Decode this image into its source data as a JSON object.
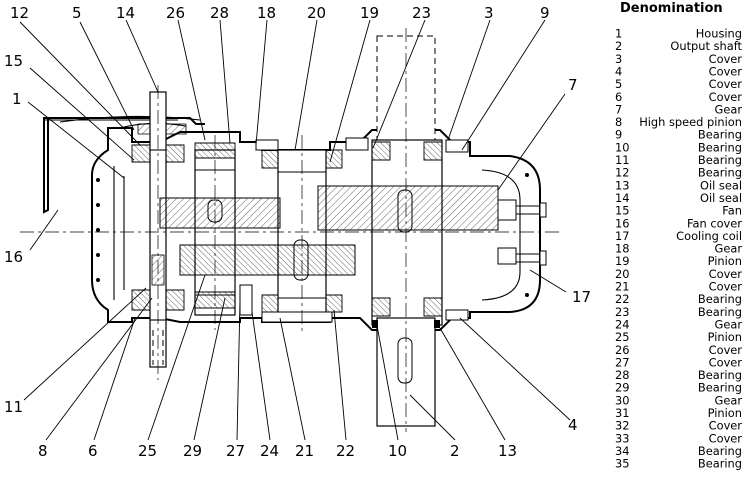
{
  "callouts": {
    "c12": "12",
    "c5t": "5",
    "c14": "14",
    "c26": "26",
    "c28": "28",
    "c18": "18",
    "c20": "20",
    "c19": "19",
    "c23": "23",
    "c3": "3",
    "c9": "9",
    "c15": "15",
    "c1": "1",
    "c16": "16",
    "c7": "7",
    "c17": "17",
    "c11": "11",
    "c8": "8",
    "c6": "6",
    "c25": "25",
    "c29": "29",
    "c27": "27",
    "c24": "24",
    "c21": "21",
    "c22": "22",
    "c10": "10",
    "c2": "2",
    "c13": "13",
    "c4": "4"
  },
  "legend": {
    "title": "Denomination",
    "items": [
      {
        "num": "1",
        "name": "Housing"
      },
      {
        "num": "2",
        "name": "Output shaft"
      },
      {
        "num": "3",
        "name": "Cover"
      },
      {
        "num": "4",
        "name": "Cover"
      },
      {
        "num": "5",
        "name": "Cover"
      },
      {
        "num": "6",
        "name": "Cover"
      },
      {
        "num": "7",
        "name": "Gear"
      },
      {
        "num": "8",
        "name": "High speed pinion"
      },
      {
        "num": "9",
        "name": "Bearing"
      },
      {
        "num": "10",
        "name": "Bearing"
      },
      {
        "num": "11",
        "name": "Bearing"
      },
      {
        "num": "12",
        "name": "Bearing"
      },
      {
        "num": "13",
        "name": "Oil seal"
      },
      {
        "num": "14",
        "name": "Oil seal"
      },
      {
        "num": "15",
        "name": "Fan"
      },
      {
        "num": "16",
        "name": "Fan cover"
      },
      {
        "num": "17",
        "name": "Cooling coil"
      },
      {
        "num": "18",
        "name": "Gear"
      },
      {
        "num": "19",
        "name": "Pinion"
      },
      {
        "num": "20",
        "name": "Cover"
      },
      {
        "num": "21",
        "name": "Cover"
      },
      {
        "num": "22",
        "name": "Bearing"
      },
      {
        "num": "23",
        "name": "Bearing"
      },
      {
        "num": "24",
        "name": "Gear"
      },
      {
        "num": "25",
        "name": "Pinion"
      },
      {
        "num": "26",
        "name": "Cover"
      },
      {
        "num": "27",
        "name": "Cover"
      },
      {
        "num": "28",
        "name": "Bearing"
      },
      {
        "num": "29",
        "name": "Bearing"
      },
      {
        "num": "30",
        "name": "Gear"
      },
      {
        "num": "31",
        "name": "Pinion"
      },
      {
        "num": "32",
        "name": "Cover"
      },
      {
        "num": "33",
        "name": "Cover"
      },
      {
        "num": "34",
        "name": "Bearing"
      },
      {
        "num": "35",
        "name": "Bearing"
      }
    ]
  }
}
